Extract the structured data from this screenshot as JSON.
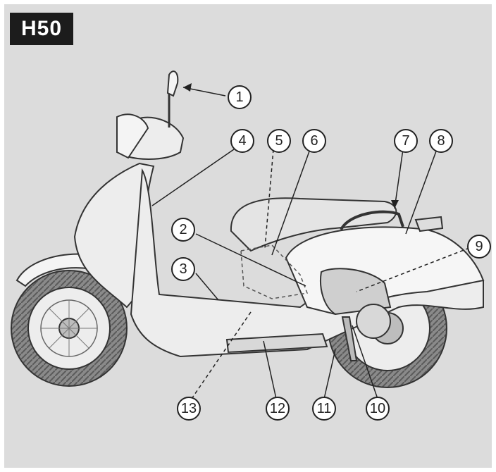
{
  "figure": {
    "code": "H50",
    "background": "#dcdcdc",
    "badge_color": "#1c1c1c"
  },
  "callouts": [
    {
      "id": "1",
      "label": "1"
    },
    {
      "id": "2",
      "label": "2"
    },
    {
      "id": "3",
      "label": "3"
    },
    {
      "id": "4",
      "label": "4"
    },
    {
      "id": "5",
      "label": "5"
    },
    {
      "id": "6",
      "label": "6"
    },
    {
      "id": "7",
      "label": "7"
    },
    {
      "id": "8",
      "label": "8"
    },
    {
      "id": "9",
      "label": "9"
    },
    {
      "id": "10",
      "label": "10"
    },
    {
      "id": "11",
      "label": "11"
    },
    {
      "id": "12",
      "label": "12"
    },
    {
      "id": "13",
      "label": "13"
    }
  ]
}
